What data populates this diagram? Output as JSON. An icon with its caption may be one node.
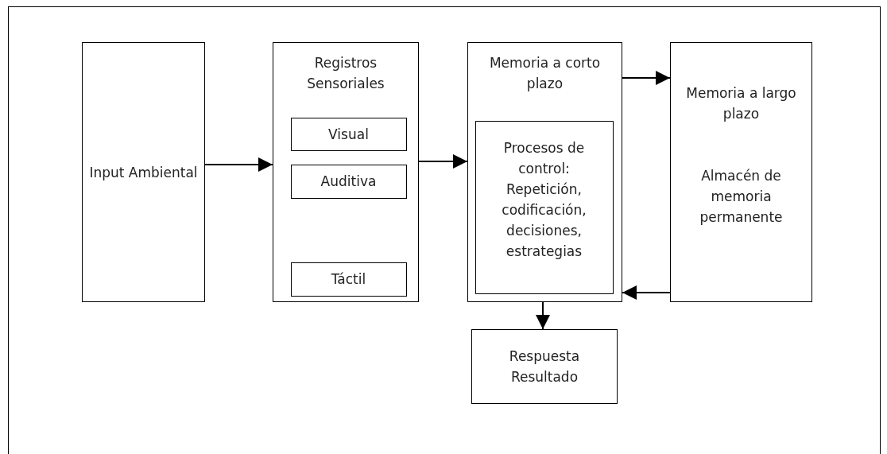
{
  "diagram": {
    "nodes": [
      {
        "text": [
          "Input Ambiental"
        ]
      },
      {
        "text": [
          "Registros Sensoriales"
        ]
      },
      {
        "text": [
          "Visual"
        ],
        "in": 1
      },
      {
        "text": [
          "Auditiva"
        ],
        "in": 1
      },
      {
        "text": [
          "Táctil"
        ],
        "in": 1
      },
      {
        "text": [
          "Memoria a corto plazo"
        ]
      },
      {
        "text": [
          "Procesos de control: Repetición, codificación, decisiones, estrategias"
        ],
        "in": 5
      },
      {
        "text": [
          "Memoria a largo plazo",
          "Almacén de memoria permanente"
        ]
      },
      {
        "text": [
          "Respuesta Resultado"
        ]
      }
    ],
    "edges": [
      {
        "from": 0,
        "to": 1,
        "arrow": "to"
      },
      {
        "from": 1,
        "to": 5,
        "arrow": "to"
      },
      {
        "from": 5,
        "to": 7,
        "arrow": "to"
      },
      {
        "from": 7,
        "to": 5,
        "arrow": "to"
      },
      {
        "from": 5,
        "to": 8,
        "arrow": "to"
      }
    ]
  }
}
